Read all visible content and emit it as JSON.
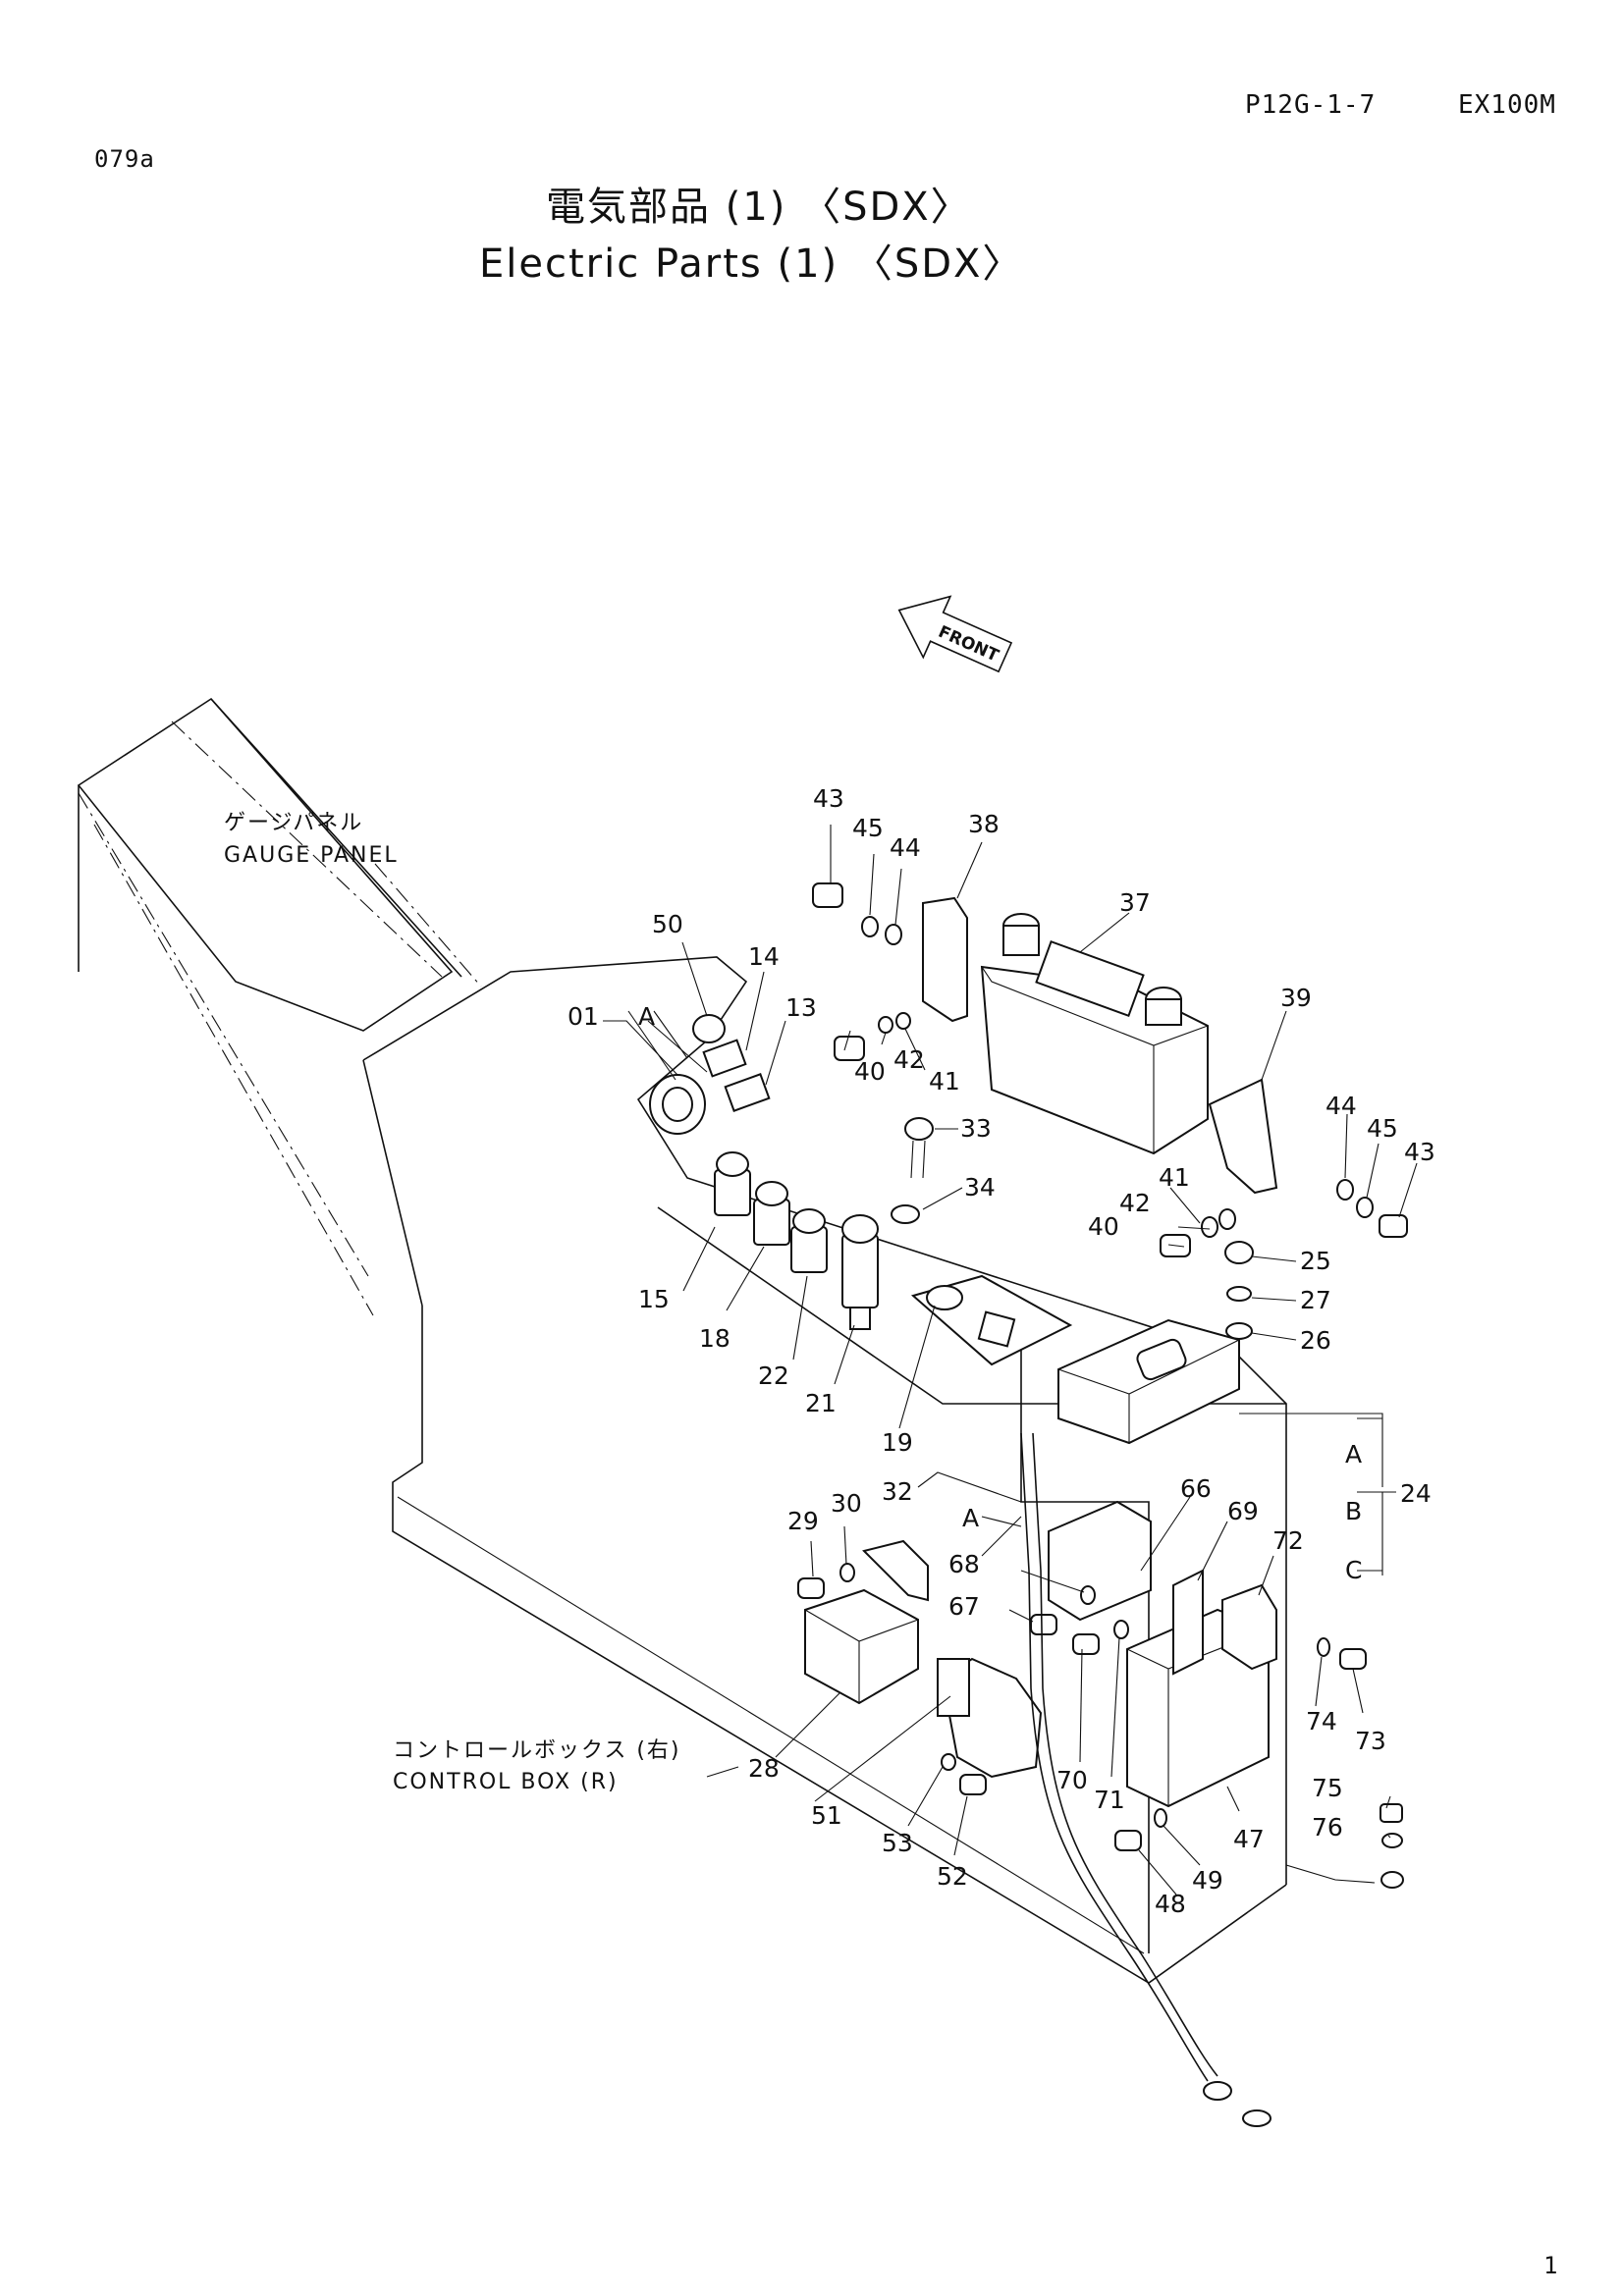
{
  "header": {
    "page_code": "P12G-1-7",
    "model": "EX100M",
    "figure_id": "079a",
    "page_number": "1"
  },
  "title": {
    "jp": "電気部品 (1) 〈SDX〉",
    "en": "Electric Parts (1) 〈SDX〉"
  },
  "direction_label": "FRONT",
  "labels": {
    "gauge_panel_jp": "ゲージパネル",
    "gauge_panel_en": "GAUGE PANEL",
    "control_box_jp": "コントロールボックス (右)",
    "control_box_en": "CONTROL BOX (R)"
  },
  "callouts": {
    "c01": "01",
    "cA1": "A",
    "c50": "50",
    "c14": "14",
    "c13": "13",
    "c43a": "43",
    "c45a": "45",
    "c44a": "44",
    "c38": "38",
    "c37": "37",
    "c39": "39",
    "c40a": "40",
    "c42a": "42",
    "c41a": "41",
    "c33": "33",
    "c34": "34",
    "c44b": "44",
    "c45b": "45",
    "c43b": "43",
    "c41b": "41",
    "c42b": "42",
    "c40b": "40",
    "c25": "25",
    "c27": "27",
    "c26": "26",
    "c15": "15",
    "c18": "18",
    "c22": "22",
    "c21": "21",
    "c19": "19",
    "c32": "32",
    "cA2": "A",
    "cA3": "A",
    "cB": "B",
    "cC": "C",
    "c24": "24",
    "c29": "29",
    "c30": "30",
    "c66": "66",
    "c69": "69",
    "c72": "72",
    "c68": "68",
    "c67": "67",
    "c74": "74",
    "c73": "73",
    "c28": "28",
    "c51": "51",
    "c70": "70",
    "c71": "71",
    "c75": "75",
    "c76": "76",
    "c47": "47",
    "c53": "53",
    "c52": "52",
    "c49": "49",
    "c48": "48"
  }
}
